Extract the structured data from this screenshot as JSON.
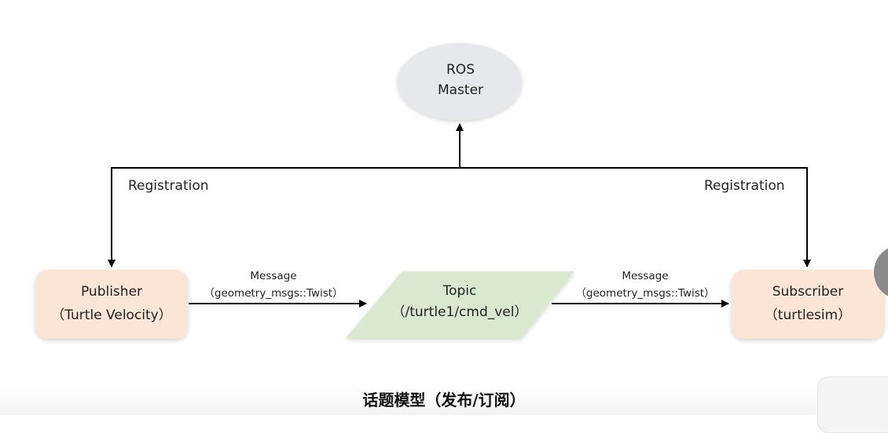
{
  "master": {
    "line1": "ROS",
    "line2": "Master"
  },
  "publisher": {
    "line1": "Publisher",
    "line2": "（Turtle Velocity）"
  },
  "topic": {
    "line1": "Topic",
    "line2": "（/turtle1/cmd_vel）"
  },
  "subscriber": {
    "line1": "Subscriber",
    "line2": "（turtlesim）"
  },
  "registration_left": "Registration",
  "registration_right": "Registration",
  "message_left": {
    "line1": "Message",
    "line2": "（geometry_msgs::Twist）"
  },
  "message_right": {
    "line1": "Message",
    "line2": "（geometry_msgs::Twist）"
  },
  "caption": "话题模型（发布/订阅）",
  "colors": {
    "master_fill": "#e6e8eb",
    "publisher_fill": "#fbe5d6",
    "subscriber_fill": "#fbe5d6",
    "topic_fill": "#d9e9cf",
    "line": "#000000"
  }
}
